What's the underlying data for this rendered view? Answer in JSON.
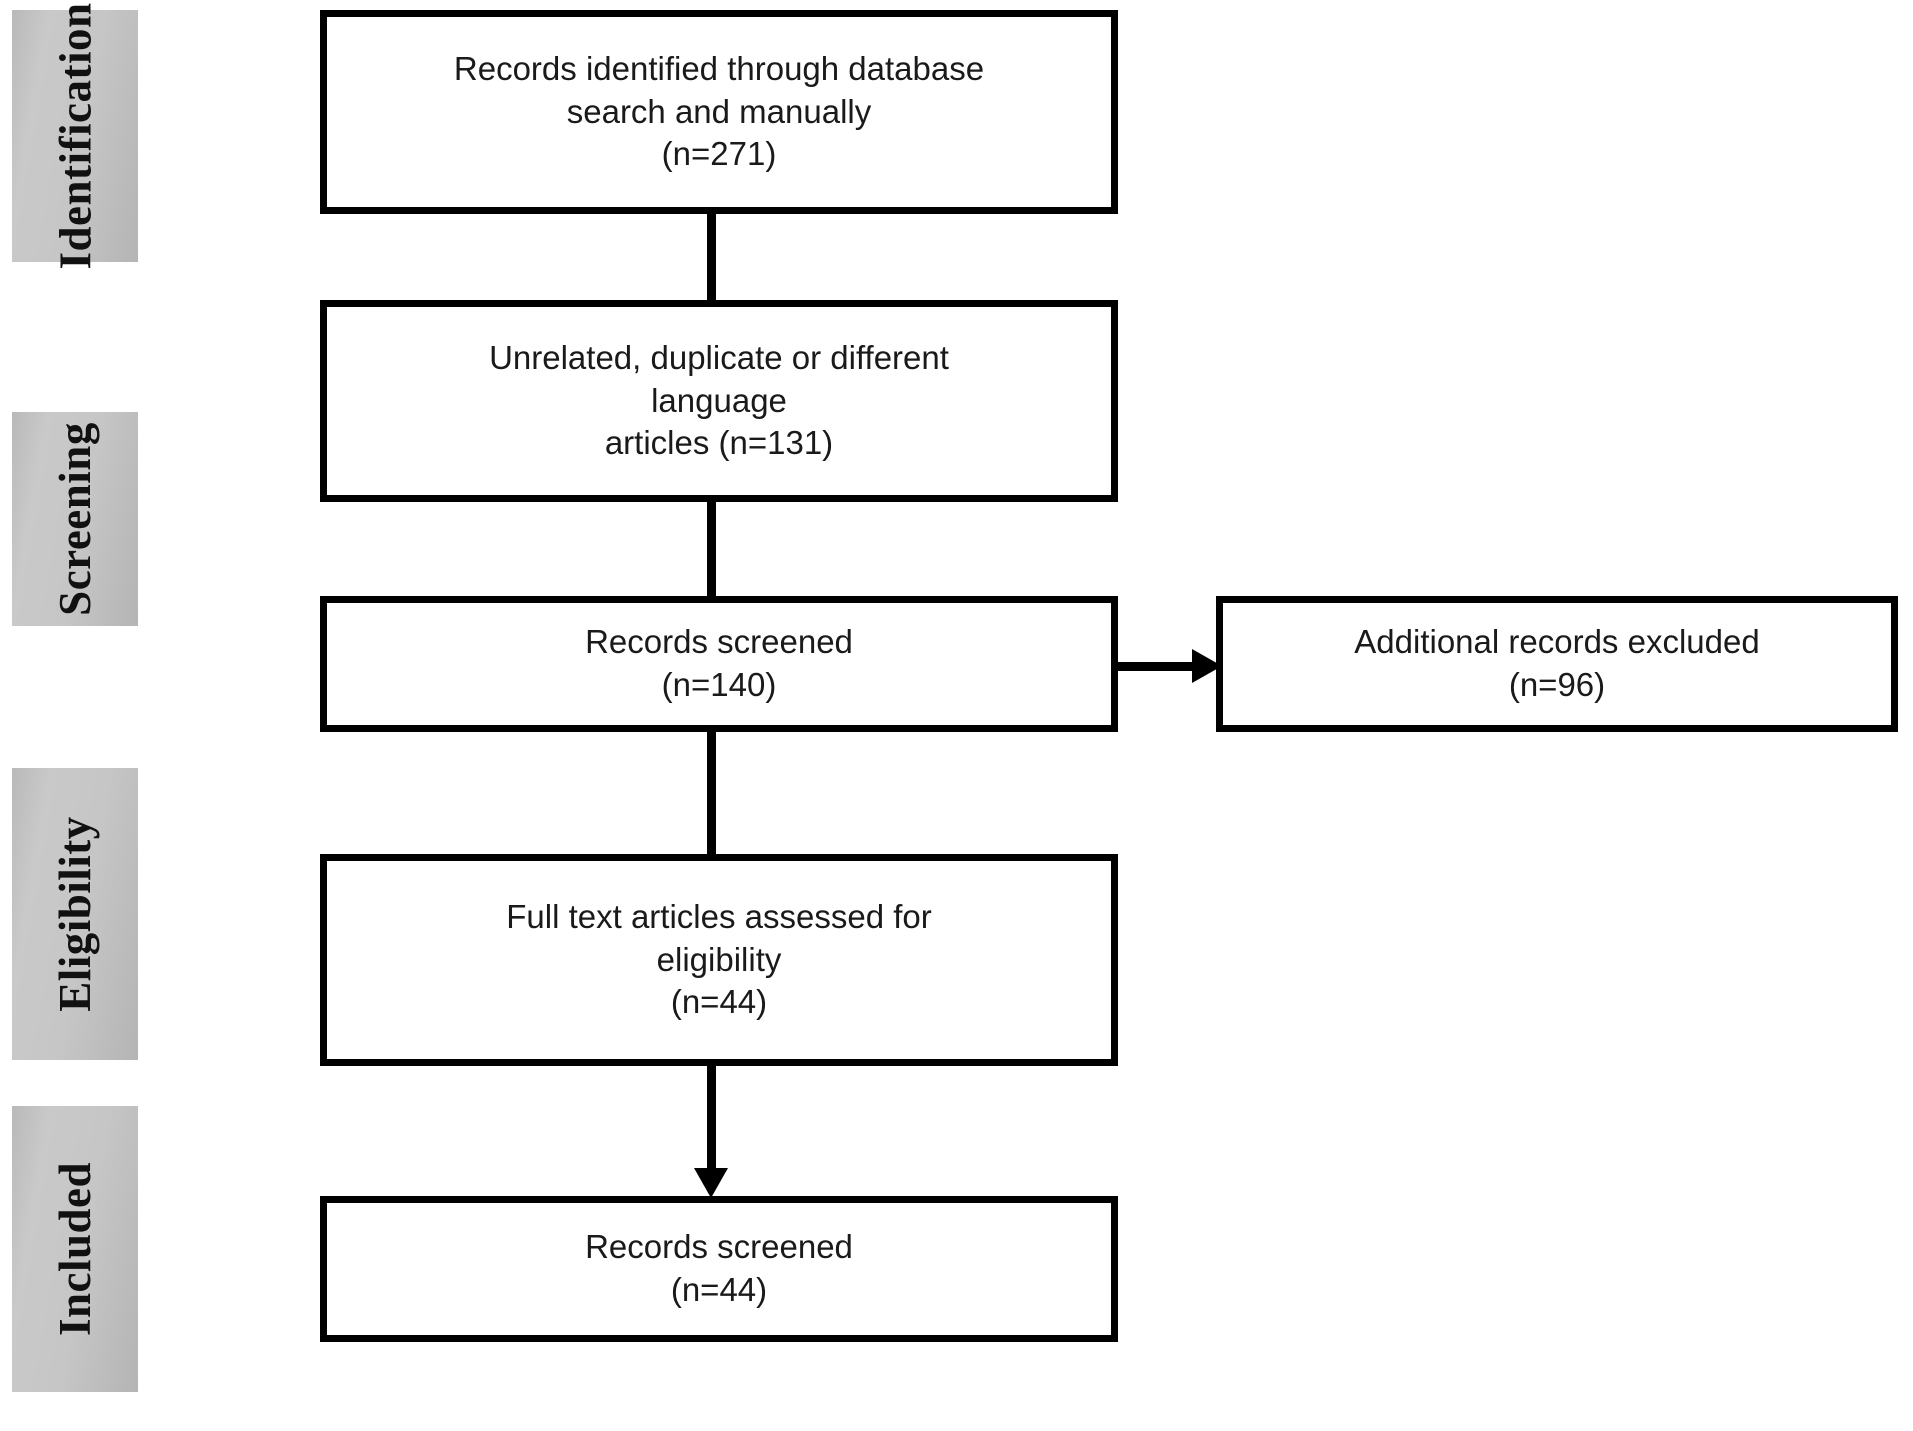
{
  "diagram": {
    "type": "prisma-flow-diagram",
    "title": "",
    "background_color": "#ffffff",
    "box_border_color": "#000000",
    "stage_label_color": "#c4c4c4",
    "text_color": "#1a1a1a"
  },
  "stages": [
    {
      "id": "identification",
      "label": "Identification"
    },
    {
      "id": "screening",
      "label": "Screening"
    },
    {
      "id": "eligibility",
      "label": "Eligibility"
    },
    {
      "id": "included",
      "label": "Included"
    }
  ],
  "boxes": [
    {
      "id": "records-identified",
      "text": "Records identified through database\nsearch and manually\n(n=271)",
      "count": 271
    },
    {
      "id": "unrelated-duplicate-excluded",
      "text": "Unrelated, duplicate or different\nlanguage\narticles (n=131)",
      "count": 131
    },
    {
      "id": "records-screened",
      "text": "Records screened\n(n=140)",
      "count": 140
    },
    {
      "id": "additional-records-excluded",
      "text": "Additional records excluded\n(n=96)",
      "count": 96
    },
    {
      "id": "full-text-assessed",
      "text": "Full text articles assessed for\neligibility\n(n=44)",
      "count": 44
    },
    {
      "id": "records-included",
      "text": "Records screened\n(n=44)",
      "count": 44
    }
  ],
  "connectors": [
    {
      "id": "identified-to-unrelated",
      "from": "records-identified",
      "to": "unrelated-duplicate-excluded",
      "direction": "down",
      "arrowhead": false
    },
    {
      "id": "unrelated-to-screened",
      "from": "unrelated-duplicate-excluded",
      "to": "records-screened",
      "direction": "down",
      "arrowhead": false
    },
    {
      "id": "screened-to-excluded",
      "from": "records-screened",
      "to": "additional-records-excluded",
      "direction": "right",
      "arrowhead": true
    },
    {
      "id": "screened-to-fulltext",
      "from": "records-screened",
      "to": "full-text-assessed",
      "direction": "down",
      "arrowhead": false
    },
    {
      "id": "fulltext-to-included",
      "from": "full-text-assessed",
      "to": "records-included",
      "direction": "down",
      "arrowhead": true
    }
  ]
}
